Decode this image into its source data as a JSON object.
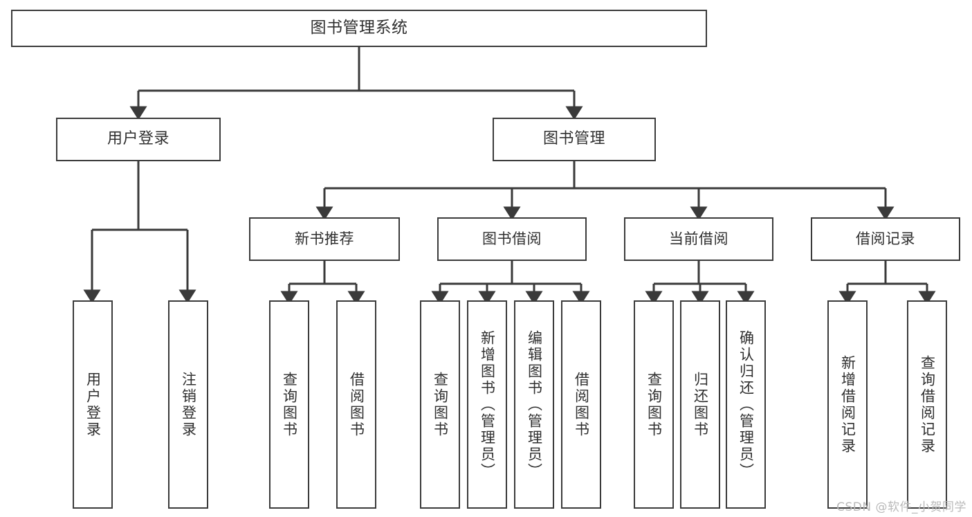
{
  "diagram": {
    "title": "图书管理系统",
    "watermark": "CSDN @软件_小贺同学",
    "line_color": "#3a3a3a",
    "box_fill": "#ffffff",
    "text_color": "#2f2f2f"
  },
  "nodes": {
    "root": {
      "label": "图书管理系统"
    },
    "level1": [
      {
        "label": "用户登录"
      },
      {
        "label": "图书管理"
      }
    ],
    "level2": [
      {
        "label": "新书推荐"
      },
      {
        "label": "图书借阅"
      },
      {
        "label": "当前借阅"
      },
      {
        "label": "借阅记录"
      }
    ],
    "leaves": {
      "user_login": [
        {
          "label": "用户登录"
        },
        {
          "label": "注销登录"
        }
      ],
      "new_book": [
        {
          "label": "查询图书"
        },
        {
          "label": "借阅图书"
        }
      ],
      "borrow_book": [
        {
          "label": "查询图书"
        },
        {
          "label": "新增图书（管理员）"
        },
        {
          "label": "编辑图书（管理员）"
        },
        {
          "label": "借阅图书"
        }
      ],
      "current_borrow": [
        {
          "label": "查询图书"
        },
        {
          "label": "归还图书"
        },
        {
          "label": "确认归还（管理员）"
        }
      ],
      "borrow_record": [
        {
          "label": "新增借阅记录"
        },
        {
          "label": "查询借阅记录"
        }
      ]
    }
  }
}
